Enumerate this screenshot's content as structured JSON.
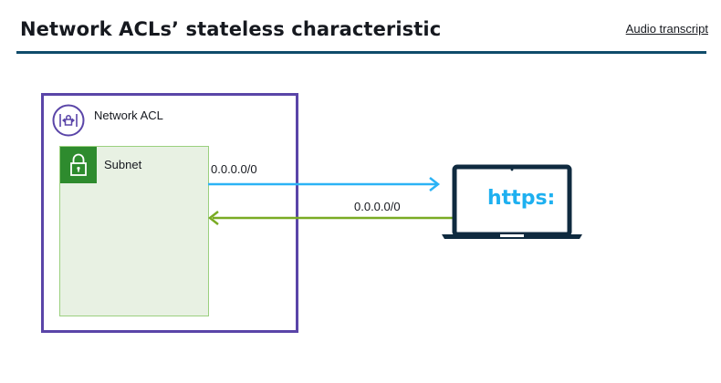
{
  "header": {
    "title": "Network ACLs’ stateless characteristic",
    "audio_link": "Audio transcript"
  },
  "diagram": {
    "acl_label": "Network ACL",
    "subnet_label": "Subnet",
    "outbound_cidr": "0.0.0.0/0",
    "inbound_cidr": "0.0.0.0/0",
    "client_label": "https:"
  },
  "colors": {
    "acl_border": "#5a45a8",
    "subnet_fill": "#e8f1e3",
    "subnet_icon": "#2e8b2e",
    "outbound_arrow": "#2bb3f5",
    "inbound_arrow": "#7aab24",
    "laptop": "#0f2a3f",
    "https_text": "#1eb0f0",
    "header_rule": "#0f4c6b"
  },
  "icons": [
    "network-acl-icon",
    "lock-icon",
    "laptop-icon"
  ]
}
